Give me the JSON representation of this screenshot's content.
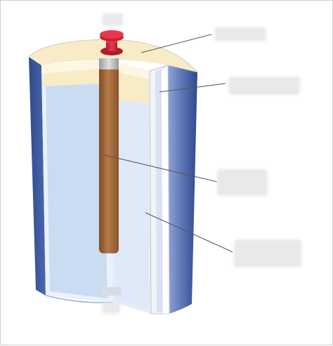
{
  "title": "",
  "labels": [
    {
      "id": "top-left",
      "text": ""
    },
    {
      "id": "top-right",
      "text": ""
    },
    {
      "id": "upper-right",
      "text": ""
    },
    {
      "id": "middle-right",
      "text": ""
    },
    {
      "id": "lower-right",
      "text": ""
    },
    {
      "id": "bottom",
      "text": ""
    }
  ],
  "colors": {
    "casing_dark": "#3a5598",
    "casing_light": "#8fa3d3",
    "electrolyte": "#c9dcf2",
    "electrolyte_light": "#e4eefb",
    "seal": "#f8ecc6",
    "rod": "#a56b3c",
    "cap": "#d8283c",
    "separator": "#f2f4f8"
  }
}
